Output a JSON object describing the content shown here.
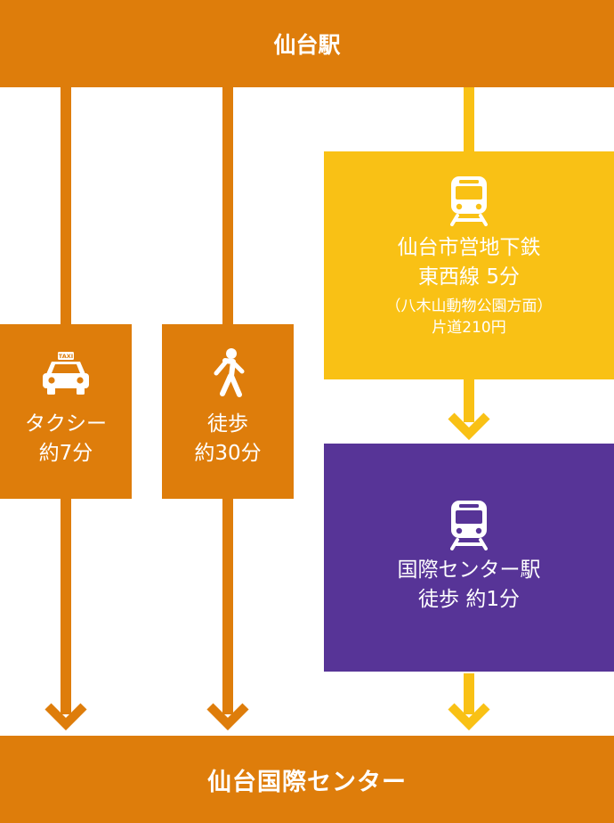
{
  "colors": {
    "orange": "#DE7D0B",
    "yellow": "#F9C115",
    "purple": "#573497",
    "white": "#FFFFFF"
  },
  "origin": "仙台駅",
  "destination": "仙台国際センター",
  "routes": [
    {
      "mode": "taxi",
      "icon": "taxi-icon",
      "label": "タクシー",
      "time": "約7分"
    },
    {
      "mode": "walk",
      "icon": "pedestrian-icon",
      "label": "徒歩",
      "time": "約30分"
    },
    {
      "mode": "subway",
      "steps": [
        {
          "icon": "train-icon",
          "title": "仙台市営地下鉄\n東西線  5分",
          "note": "（八木山動物公園方面）\n片道210円"
        },
        {
          "icon": "train-icon",
          "title": "国際センター駅\n徒歩  約1分"
        }
      ]
    }
  ]
}
